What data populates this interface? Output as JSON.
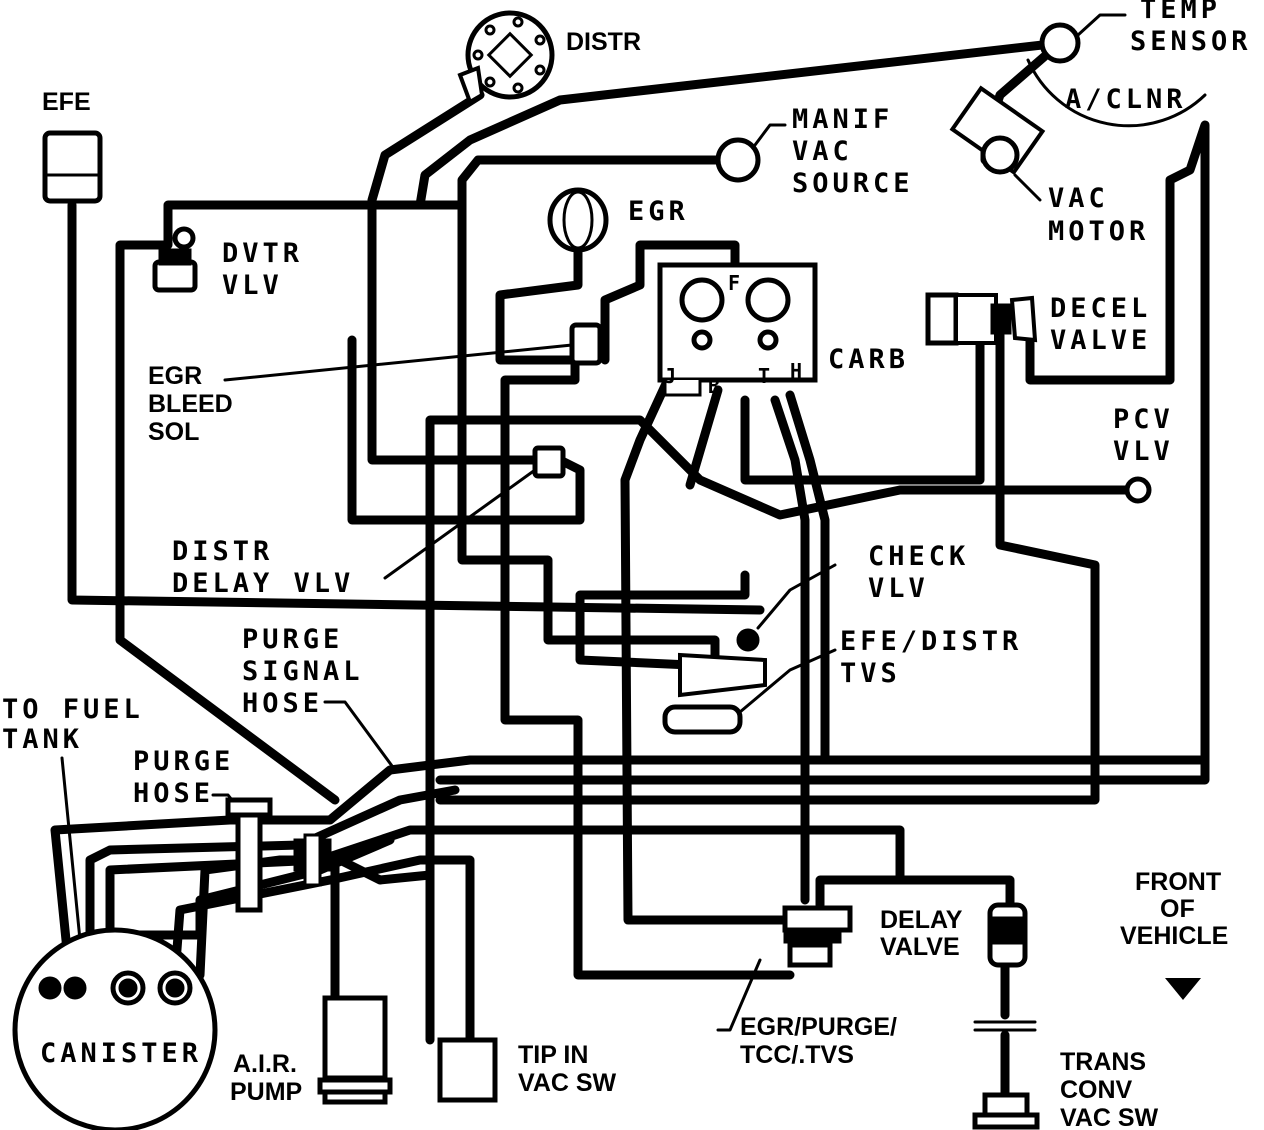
{
  "labels": {
    "distr": "DISTR",
    "temp_sensor_1": "TEMP",
    "temp_sensor_2": "SENSOR",
    "efe": "EFE",
    "a_clnr": "A/CLNR",
    "manif_vac_1": "MANIF",
    "manif_vac_2": "VAC",
    "manif_vac_3": "SOURCE",
    "egr": "EGR",
    "dvtr_vlv_1": "DVTR",
    "dvtr_vlv_2": "VLV",
    "vac_motor_1": "VAC",
    "vac_motor_2": "MOTOR",
    "decel_valve_1": "DECEL",
    "decel_valve_2": "VALVE",
    "carb": "CARB",
    "carb_f": "F",
    "carb_j": "J",
    "carb_b": "B",
    "carb_t": "T",
    "carb_h": "H",
    "egr_bleed_sol_1": "EGR",
    "egr_bleed_sol_2": "BLEED",
    "egr_bleed_sol_3": "SOL",
    "pcv_vlv_1": "PCV",
    "pcv_vlv_2": "VLV",
    "distr_delay_vlv_1": "DISTR",
    "distr_delay_vlv_2": "DELAY VLV",
    "check_vlv_1": "CHECK",
    "check_vlv_2": "VLV",
    "purge_signal_hose_1": "PURGE",
    "purge_signal_hose_2": "SIGNAL",
    "purge_signal_hose_3": "HOSE",
    "efe_distr_tvs_1": "EFE/DISTR",
    "efe_distr_tvs_2": "TVS",
    "to_fuel_tank_1": "TO FUEL",
    "to_fuel_tank_2": "TANK",
    "purge_hose_1": "PURGE",
    "purge_hose_2": "HOSE",
    "front_of_vehicle_1": "FRONT",
    "front_of_vehicle_2": "OF",
    "front_of_vehicle_3": "VEHICLE",
    "delay_valve_1": "DELAY",
    "delay_valve_2": "VALVE",
    "canister": "CANISTER",
    "air_pump_1": "A.I.R.",
    "air_pump_2": "PUMP",
    "tip_in_1": "TIP IN",
    "tip_in_2": "VAC SW",
    "egr_purge_1": "EGR/PURGE/",
    "egr_purge_2": "TCC/.TVS",
    "trans_conv_1": "TRANS",
    "trans_conv_2": "CONV",
    "trans_conv_3": "VAC SW"
  },
  "icons": {
    "front_arrow": "arrow-down-icon"
  }
}
